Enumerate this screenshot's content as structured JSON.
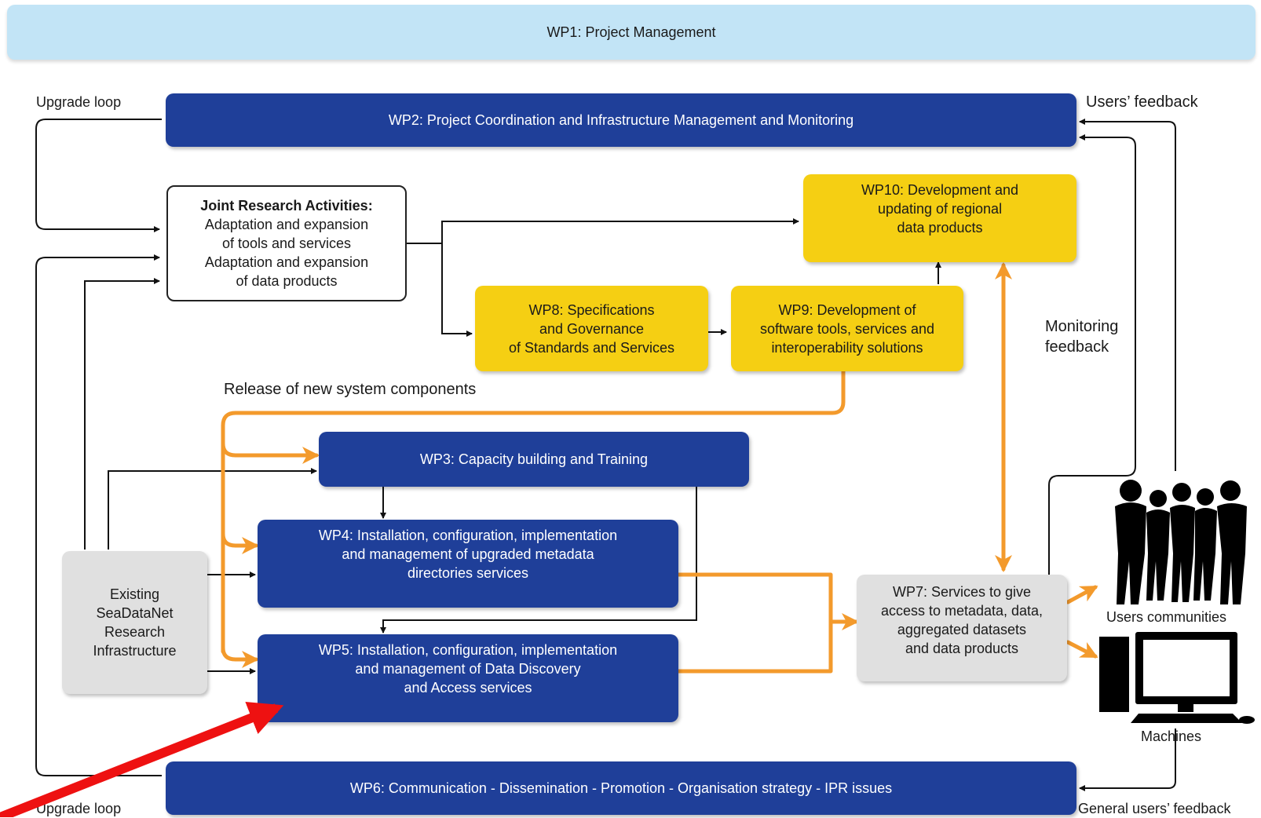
{
  "wp1": "WP1: Project Management",
  "wp2": "WP2: Project Coordination and Infrastructure Management and Monitoring",
  "jra": {
    "title": "Joint Research Activities:",
    "line1": "Adaptation and expansion",
    "line2": "of tools and services",
    "line3": "Adaptation and expansion",
    "line4": "of data products"
  },
  "wp10": {
    "line1": "WP10: Development and",
    "line2": "updating of regional",
    "line3": "data products"
  },
  "wp8": {
    "line1": "WP8: Specifications",
    "line2": "and Governance",
    "line3": "of Standards and Services"
  },
  "wp9": {
    "line1": "WP9: Development of",
    "line2": "software tools, services and",
    "line3": "interoperability solutions"
  },
  "wp3": "WP3: Capacity building and Training",
  "wp4": {
    "line1": "WP4: Installation, configuration, implementation",
    "line2": "and management of upgraded metadata",
    "line3": "directories services"
  },
  "wp5": {
    "line1": "WP5: Installation, configuration, implementation",
    "line2": "and management of Data Discovery",
    "line3": "and Access services"
  },
  "wp6": "WP6: Communication - Dissemination - Promotion - Organisation strategy - IPR issues",
  "wp7": {
    "line1": "WP7: Services to give",
    "line2": "access to metadata, data,",
    "line3": "aggregated datasets",
    "line4": "and data products"
  },
  "existing": {
    "line1": "Existing",
    "line2": "SeaDataNet",
    "line3": "Research",
    "line4": "Infrastructure"
  },
  "labels": {
    "upgrade_loop_top": "Upgrade loop",
    "upgrade_loop_bottom": "Upgrade loop",
    "users_feedback": "Users’ feedback",
    "monitoring_line1": "Monitoring",
    "monitoring_line2": "feedback",
    "release": "Release of new system components",
    "users_communities": "Users communities",
    "machines": "Machines",
    "general_feedback": "General users’ feedback"
  },
  "colors": {
    "blue_box": "#1f3f99",
    "yellow_box": "#f5cf13",
    "grey_box": "#e0e0e0",
    "light_blue_box": "#c2e4f6",
    "orange_arrow": "#f39a2c",
    "highlight_arrow": "#ee1111"
  },
  "icons": [
    "people-silhouette-icon",
    "computer-icon"
  ]
}
